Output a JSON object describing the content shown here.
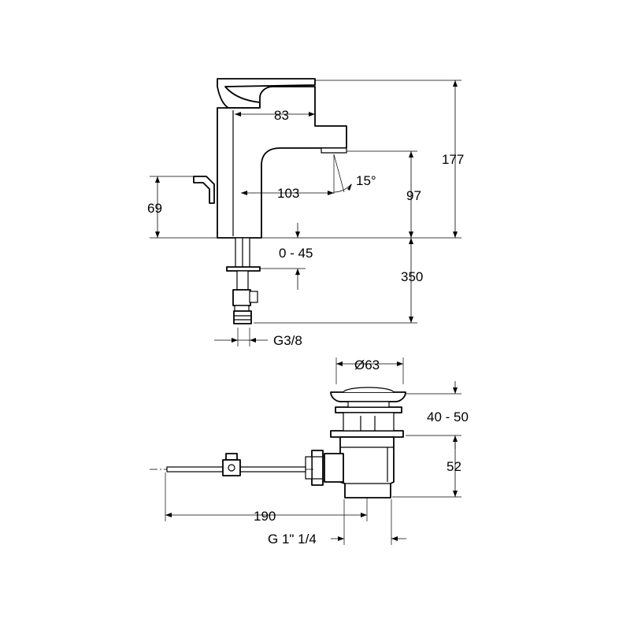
{
  "faucet": {
    "dim_spout_offset": "83",
    "dim_height": "177",
    "dim_spout_reach": "103",
    "dim_angle": "15°",
    "dim_spout_height": "97",
    "dim_lever_height": "69",
    "dim_deck_thickness": "0 - 45",
    "dim_hose_length": "350",
    "dim_connection": "G3/8"
  },
  "waste": {
    "dim_diameter": "Ø63",
    "dim_stroke": "40 - 50",
    "dim_body_height": "52",
    "dim_rod_length": "190",
    "dim_thread": "G 1\" 1/4"
  }
}
